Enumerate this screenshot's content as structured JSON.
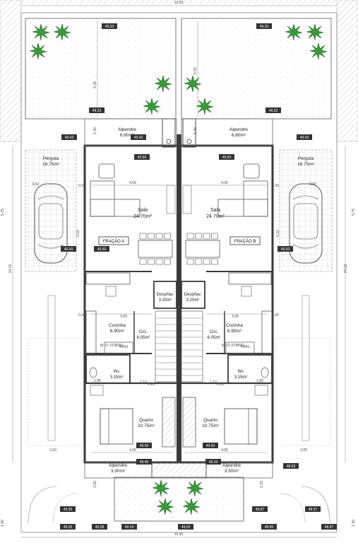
{
  "colors": {
    "wall": "#3a3a3a",
    "line": "#555555",
    "hatch": "#d0d0d0",
    "garden": "#f7f7f7",
    "plant": "#2f8f2f",
    "level_tag": "#333333"
  },
  "rooms": {
    "alpendre_top_a": {
      "name": "Alpendre",
      "area": "6.80m²"
    },
    "alpendre_top_b": {
      "name": "Alpendre",
      "area": "6.80m²"
    },
    "pergula_a": {
      "name": "Pérgula",
      "area": "18.75m²"
    },
    "pergula_b": {
      "name": "Pérgula",
      "area": "18.75m²"
    },
    "sala_a": {
      "name": "Sala",
      "area": "24.70m²"
    },
    "sala_b": {
      "name": "Sala",
      "area": "24.70m²"
    },
    "desp_a": {
      "name": "Desp/lav.",
      "area": "3.20m²"
    },
    "desp_b": {
      "name": "Desp/lav.",
      "area": "3.20m²"
    },
    "cozinha_a": {
      "name": "Cozinha",
      "area": "6.90m²"
    },
    "cozinha_b": {
      "name": "Cozinha",
      "area": "6.90m²"
    },
    "circ_a": {
      "name": "Circ.",
      "area": "6.05m²"
    },
    "circ_b": {
      "name": "Circ.",
      "area": "6.05m²"
    },
    "wc_a": {
      "name": "Wc",
      "area": "3.15m²"
    },
    "wc_b": {
      "name": "Wc",
      "area": "3.15m²"
    },
    "quarto_a": {
      "name": "Quarto",
      "area": "10.75m²"
    },
    "quarto_b": {
      "name": "Quarto",
      "area": "10.75m²"
    },
    "alpendre_bot_a": {
      "name": "Alpendre",
      "area": "3.50m²"
    },
    "alpendre_bot_b": {
      "name": "Alpendre",
      "area": "3.50m²"
    }
  },
  "fracao": {
    "a": "FRAÇÃO A",
    "b": "FRAÇÃO B"
  },
  "appliances": {
    "micro_forno": "M. O. FORNO",
    "frig": "FRIG."
  },
  "dims": {
    "top_total": "12.00",
    "bottom_total": "15.00",
    "d605": "6.05",
    "d635": "6.35",
    "d130": "1.30",
    "d030": "0.30",
    "d405": "4.05",
    "d300": "3.00",
    "d610": "6.10",
    "d305": "3.05",
    "d180": "1.80",
    "d015": "0.15",
    "d110": "1.10",
    "d575": "5.75",
    "d2415": "24.15",
    "d140": "1.40",
    "d350": "3.50",
    "d225": "2.25"
  },
  "levels": {
    "l1": "49.33",
    "l2": "49.43",
    "l3": "49.50",
    "l4": "49.40",
    "l5": "49.35",
    "l6": "49.28",
    "l7": "49.19",
    "l8": "49.03",
    "l9": "48.93",
    "l10": "48.87",
    "l11": "48.85",
    "l12": "48.97"
  }
}
